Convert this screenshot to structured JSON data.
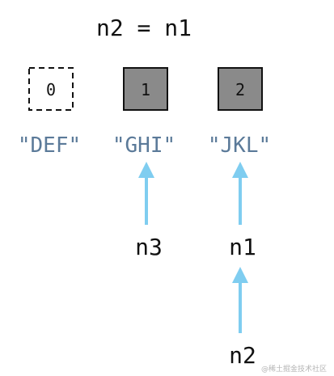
{
  "diagram": {
    "title": "n2 = n1",
    "cells": [
      {
        "index": "0",
        "label": "\"DEF\"",
        "state": "dashed"
      },
      {
        "index": "1",
        "label": "\"GHI\"",
        "state": "filled"
      },
      {
        "index": "2",
        "label": "\"JKL\"",
        "state": "filled"
      }
    ],
    "pointers": [
      {
        "name": "n3",
        "target": "1"
      },
      {
        "name": "n1",
        "target": "2"
      },
      {
        "name": "n2",
        "target": "n1"
      }
    ],
    "watermark": "@稀土掘金技术社区"
  },
  "colors": {
    "box_fill": "#8a8a8a",
    "box_stroke": "#111111",
    "string_text": "#5b7a99",
    "arrow": "#7fcdf0",
    "text": "#111111",
    "watermark": "#b5b5b5"
  }
}
